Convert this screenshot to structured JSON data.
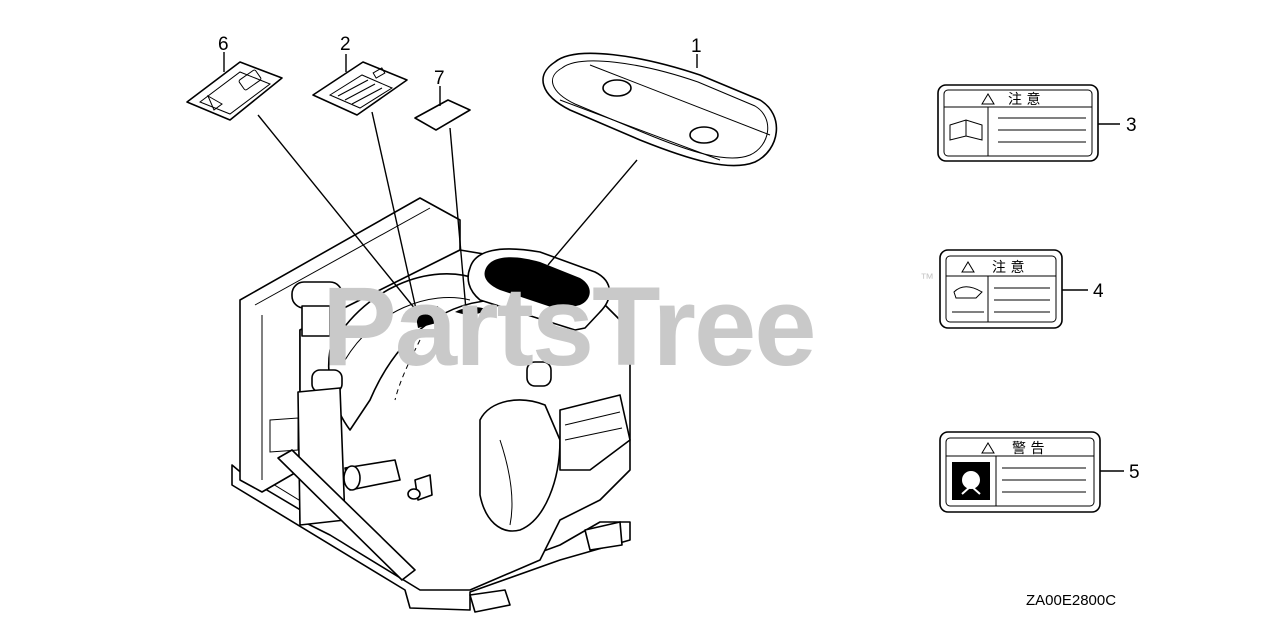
{
  "watermark": {
    "text": "PartsTree",
    "trademark": "™"
  },
  "callouts": [
    {
      "id": "1",
      "label": "1"
    },
    {
      "id": "2",
      "label": "2"
    },
    {
      "id": "3",
      "label": "3"
    },
    {
      "id": "4",
      "label": "4"
    },
    {
      "id": "5",
      "label": "5"
    },
    {
      "id": "6",
      "label": "6"
    },
    {
      "id": "7",
      "label": "7"
    }
  ],
  "labels": {
    "label3_header": "注 意",
    "label4_header": "注 意",
    "label5_header": "警 告"
  },
  "diagram_code": "ZA00E2800C"
}
